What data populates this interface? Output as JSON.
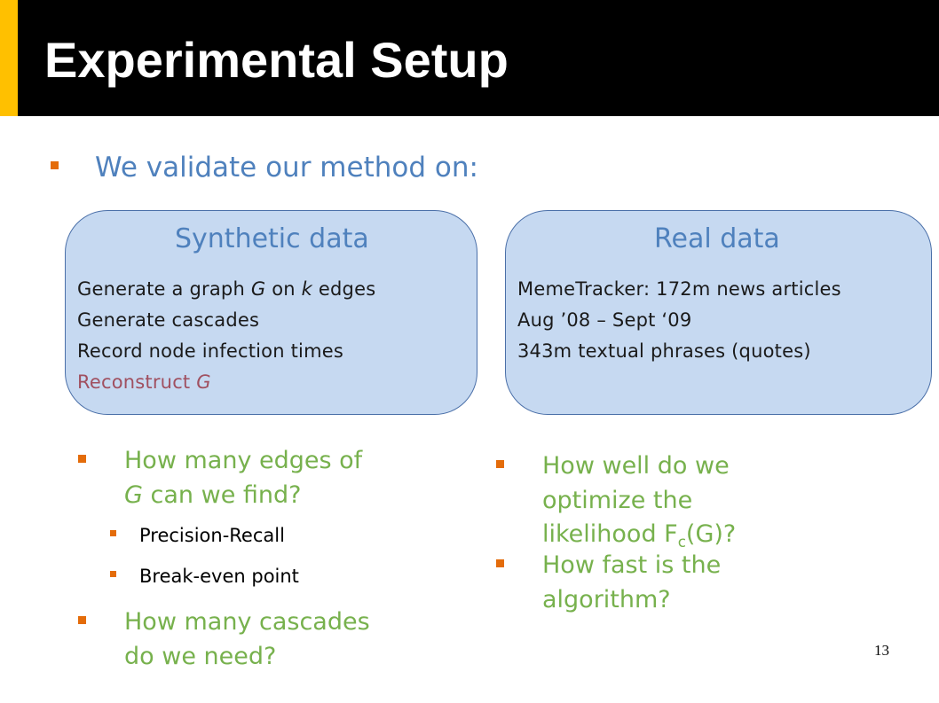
{
  "title": "Experimental Setup",
  "lead_bullet": "We validate our method on:",
  "synthetic": {
    "title": "Synthetic data",
    "line1_a": "Generate a graph ",
    "line1_g": "G",
    "line1_b": " on ",
    "line1_k": "k",
    "line1_c": " edges",
    "line2": "Generate cascades",
    "line3": "Record node infection times",
    "line4_a": "Reconstruct ",
    "line4_g": "G"
  },
  "real": {
    "title": "Real data",
    "line1": "MemeTracker:  172m news articles",
    "line2": "Aug ’08 – Sept ‘09",
    "line3": "343m textual phrases (quotes)"
  },
  "left_questions": {
    "q1_line1": "How many edges of",
    "q1_line2_g": "G",
    "q1_line2_rest": " can we find?",
    "sub1": "Precision-Recall",
    "sub2": "Break-even point",
    "q2_line1": "How many cascades",
    "q2_line2": "do we need?"
  },
  "right_questions": {
    "q1_line1": "How well do we",
    "q1_line2": "optimize the",
    "q1_line3_a": "likelihood F",
    "q1_line3_sub": "c",
    "q1_line3_b": "(G)?",
    "q2_line1": "How fast is the",
    "q2_line2": "algorithm?"
  },
  "page_number": "13",
  "colors": {
    "title_bar": "#000000",
    "title_accent": "#ffc000",
    "bullet": "#e46c0a",
    "lead_text": "#4f81bd",
    "box_fill": "#c6d9f1",
    "box_border": "#4a6fa8",
    "question_text": "#77b14d",
    "highlight_text": "#a05060"
  }
}
